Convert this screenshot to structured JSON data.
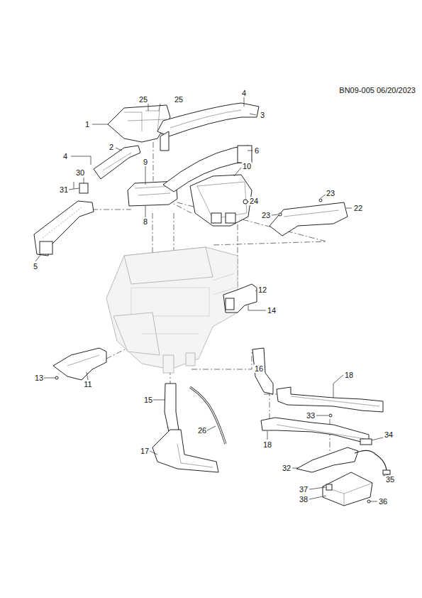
{
  "diagram": {
    "labels": [
      "BN09-005 06/20/2023",
      "25",
      "25",
      "4",
      "3",
      "1",
      "2",
      "4",
      "9",
      "6",
      "10",
      "30",
      "31",
      "24",
      "23",
      "22",
      "23",
      "8",
      "5",
      "12",
      "14",
      "13",
      "11",
      "16",
      "18",
      "15",
      "33",
      "26",
      "18",
      "34",
      "17",
      "32",
      "35",
      "37",
      "38",
      "36"
    ]
  }
}
